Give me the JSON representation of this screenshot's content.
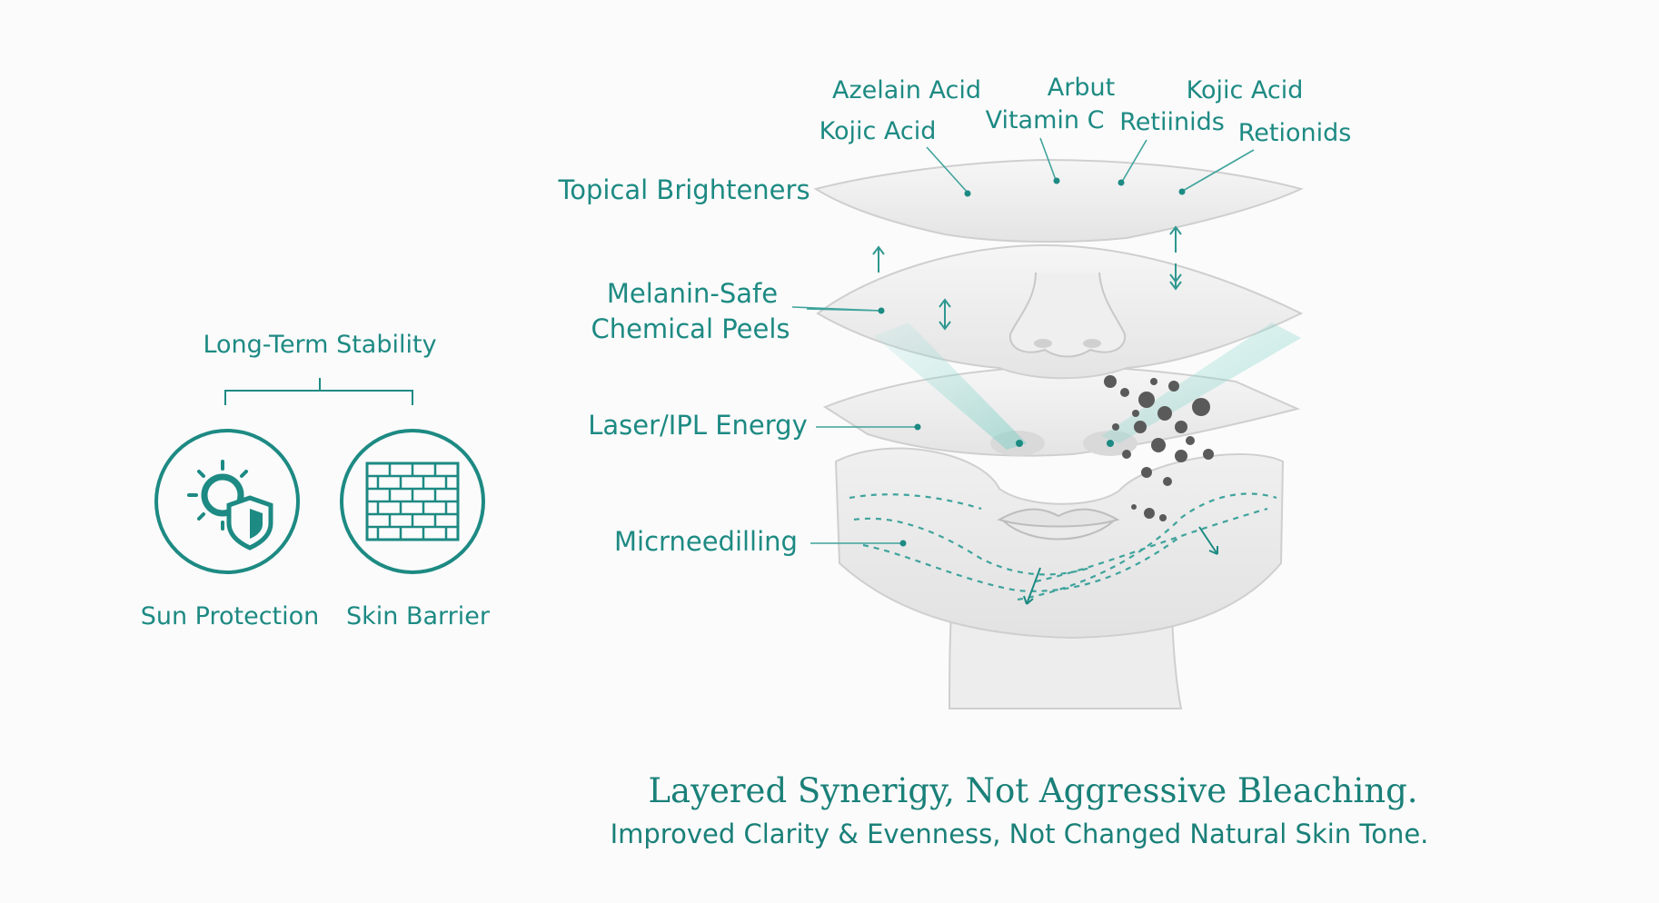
{
  "left_panel": {
    "heading": "Long-Term Stability",
    "items": [
      {
        "label": "Sun Protection",
        "icon": "sun-shield-icon"
      },
      {
        "label": "Skin Barrier",
        "icon": "brick-wall-icon"
      }
    ]
  },
  "ingredients": {
    "azelain": "Azelain Acid",
    "arbut": "Arbut",
    "kojic_right": "Kojic Acid",
    "kojic_left": "Kojic Acid",
    "vitamin_c": "Vitamin C",
    "retiinids": "Retiinids",
    "retionids": "Retionids"
  },
  "layers": {
    "topical": "Topical Brighteners",
    "peels_line1": "Melanin-Safe",
    "peels_line2": "Chemical Peels",
    "laser": "Laser/IPL Energy",
    "microneedling": "Micrneedilling"
  },
  "footer": {
    "title": "Layered Synerigy, Not Aggressive Bleaching.",
    "subtitle": "Improved Clarity & Evenness, Not Changed Natural Skin Tone."
  },
  "colors": {
    "accent": "#1d8a83",
    "layer_fill": "#eeeeee",
    "pigment": "#555555",
    "beam": "#8fd6cf"
  }
}
